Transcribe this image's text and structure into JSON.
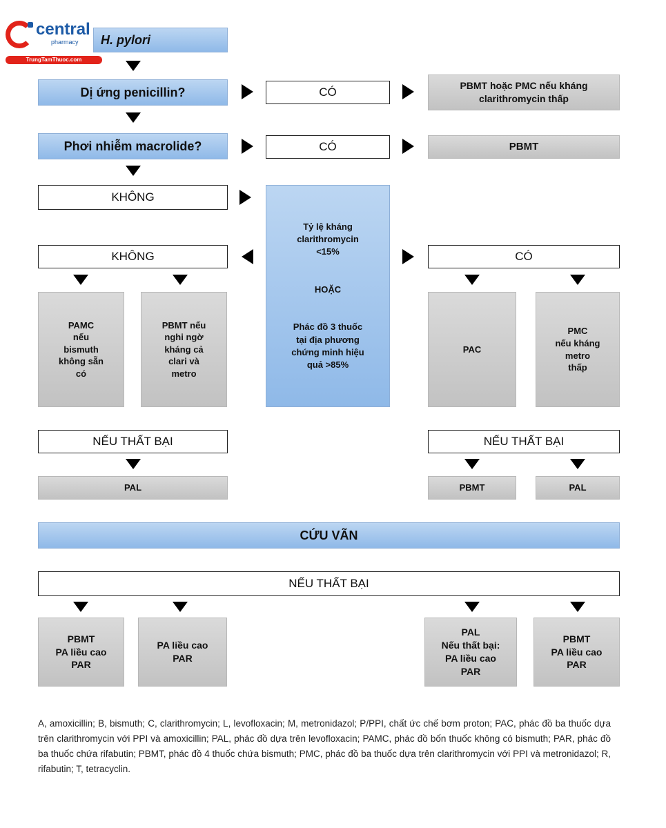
{
  "logo": {
    "word": "central",
    "sub": "pharmacy",
    "site": "TrungTamThuoc.com"
  },
  "start": "H. pylori",
  "q_allergy": "Dị ứng penicillin?",
  "allergy_yes": "CÓ",
  "allergy_yes_result": "PBMT hoặc PMC nếu kháng\nclarithromycin thấp",
  "q_macrolide": "Phơi nhiễm macrolide?",
  "macrolide_yes": "CÓ",
  "macrolide_yes_result": "PBMT",
  "no_top": "KHÔNG",
  "center_criteria": "Tỷ lệ kháng\nclarithromycin\n<15%\n\n\nHOẶC\n\n\nPhác đồ 3 thuốc\ntại địa phương\nchứng minh hiệu\nquả >85%",
  "left_no": "KHÔNG",
  "right_yes": "CÓ",
  "left_opt1": "PAMC\nnếu\nbismuth\nkhông sẵn\ncó",
  "left_opt2": "PBMT nếu\nnghi ngờ\nkháng cả\nclari và\nmetro",
  "right_opt1": "PAC",
  "right_opt2": "PMC\nnếu kháng\nmetro\nthấp",
  "left_fail": "NẾU THẤT BẠI",
  "right_fail": "NẾU THẤT BẠI",
  "left_fail_result": "PAL",
  "right_fail_result1": "PBMT",
  "right_fail_result2": "PAL",
  "rescue": "CỨU VÃN",
  "rescue_fail": "NẾU THẤT BẠI",
  "rescue_opt1": "PBMT\nPA liều cao\nPAR",
  "rescue_opt2": "PA liều cao\nPAR",
  "rescue_opt3": "PAL\nNếu thất bại:\nPA liều cao\nPAR",
  "rescue_opt4": "PBMT\nPA liều cao\nPAR",
  "footnote": "A, amoxicillin; B, bismuth; C, clarithromycin; L, levofloxacin; M, metronidazol; P/PPI, chất ức chế bơm proton; PAC, phác đồ ba thuốc dựa trên clarithromycin với PPI và amoxicillin; PAL, phác đồ dựa trên levofloxacin; PAMC, phác đồ bốn thuốc không có bismuth; PAR, phác đồ ba thuốc chứa rifabutin; PBMT, phác đồ 4 thuốc chứa bismuth; PMC, phác đồ ba thuốc dựa trên clarithromycin với PPI và metronidazol; R, rifabutin; T, tetracyclin.",
  "colors": {
    "blue": "#a6c8ee",
    "gray": "#cccccc",
    "logo_red": "#e2231a",
    "logo_blue": "#1c5aa6"
  }
}
